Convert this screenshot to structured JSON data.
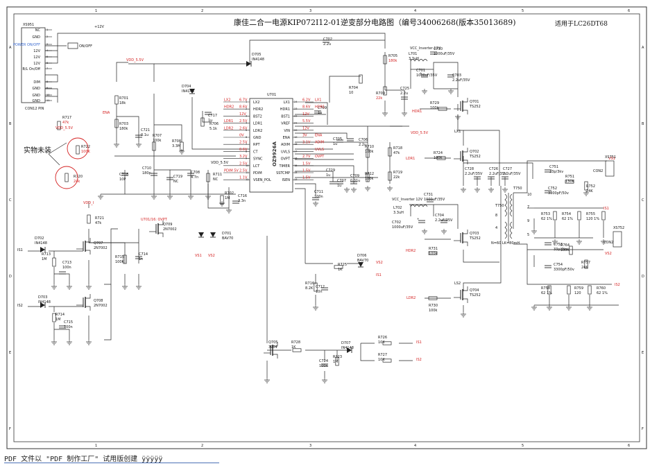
{
  "title": "康佳二合一电源KIP072I12-01逆变部分电路图（编号34006268(版本35013689)",
  "applies_to": "适用于LC26DT68",
  "footer": "PDF 文件以 \"PDF 制作工厂\" 试用版创建  ÿÿÿÿÿ",
  "handnote": "实物未装",
  "colors": {
    "wire": "#222",
    "red": "#d42020",
    "pink": "#e0607a",
    "bg": "#fff"
  },
  "grid": {
    "cols": [
      "1",
      "2",
      "3",
      "4",
      "5",
      "6"
    ],
    "rows": [
      "A",
      "B",
      "C",
      "D",
      "E",
      "F"
    ]
  },
  "connector": {
    "ref": "XS951",
    "pins": [
      "NC",
      "GND",
      "POWER ON/OFF",
      "12V",
      "12V",
      "12V",
      "B/L On/Off",
      "DIM",
      "GND",
      "GND",
      "GND"
    ],
    "pin_nums": [
      "1",
      "2",
      "3",
      "4",
      "5",
      "6",
      "7",
      "8",
      "9",
      "10",
      "11"
    ],
    "label": "CON12 PIN",
    "onoff": "ON/OFF"
  },
  "ic": {
    "ref": "U701",
    "part": "OZ9926A",
    "left_pins": [
      "LX2",
      "HDR2",
      "BST2",
      "LDR1",
      "LDR2",
      "GND",
      "RPT",
      "CT",
      "SYNC",
      "LCT",
      "PDIM",
      "VSEN_POL"
    ],
    "left_nums": [
      "1",
      "2",
      "3",
      "4",
      "5",
      "6",
      "7",
      "8",
      "9",
      "10",
      "11",
      "12"
    ],
    "right_pins": [
      "LX1",
      "HDR1",
      "BST1",
      "VREF",
      "VIN",
      "ENA",
      "ADIM",
      "UVLS",
      "OVPT",
      "TIMER",
      "SSTCMP",
      "ISEN"
    ],
    "right_nums": [
      "24",
      "23",
      "22",
      "21",
      "20",
      "19",
      "18",
      "17",
      "16",
      "15",
      "14",
      "13"
    ],
    "left_volts": [
      "6.7V",
      "8.6V",
      "12V",
      "2.5V",
      "2.6V",
      "0V",
      "2.5V",
      "0.6V",
      "3.2V",
      "2.5V",
      "2.5V",
      "1.1V"
    ],
    "right_volts": [
      "6.2V",
      "8.6V",
      "12V",
      "5.5V",
      "12V",
      "3V",
      "3.1V",
      "",
      "2.7V",
      "1.5V",
      "1.5V",
      "1.5V"
    ],
    "net_right": [
      "LX1",
      "HDR1",
      "",
      "",
      "",
      "ENA",
      "ADIM",
      "UVLS",
      "OVPT",
      "",
      "",
      ""
    ],
    "net_left": [
      "LX2",
      "HDR2",
      "",
      "LDR1",
      "LDR2",
      "",
      "",
      "",
      "",
      "",
      "PDIM 5V",
      ""
    ]
  },
  "supplies": {
    "v12": "+12V",
    "vdd": "VDD_5.5V",
    "vddi": "VDD_I",
    "vcc_inv1": "VCC_Inverter 12V",
    "vcc_inv2": "VCC_Inverter 12V"
  },
  "components": {
    "R701": [
      "R701",
      "18k"
    ],
    "R703": [
      "R703",
      "180k"
    ],
    "C721": [
      "C721",
      "0.1u"
    ],
    "R707": [
      "R707",
      "100k"
    ],
    "R708": [
      "R708",
      "3.3M"
    ],
    "R706": [
      "R706",
      "5.1k"
    ],
    "C718": [
      "C718",
      "10P"
    ],
    "C710": [
      "C710",
      "180p"
    ],
    "C719": [
      "C719",
      "NC"
    ],
    "C708": [
      "C708",
      "4.7n"
    ],
    "R711": [
      "R711",
      "NC"
    ],
    "R717": [
      "R717",
      "47k"
    ],
    "R722": [
      "R722",
      "100K"
    ],
    "R720": [
      "R720",
      "24k"
    ],
    "D704": [
      "D704",
      "IN4148"
    ],
    "D705": [
      "D705",
      "IN4148"
    ],
    "C702": [
      "C702",
      "2.2u"
    ],
    "C717": [
      "C717",
      "1u"
    ],
    "C709": [
      "C709",
      "1u"
    ],
    "R704": [
      "R704",
      "10"
    ],
    "R705": [
      "R705",
      "180k"
    ],
    "R709": [
      "R709",
      "22k"
    ],
    "C725": [
      "C725",
      "2.2u"
    ],
    "C705": [
      "C705",
      "1u"
    ],
    "C706": [
      "C706",
      "2.2u"
    ],
    "R710": [
      "R710",
      "100k"
    ],
    "R718": [
      "R718",
      "47k"
    ],
    "R712": [
      "R712",
      "100k"
    ],
    "R719": [
      "R719",
      "22k"
    ],
    "C729": [
      "C729",
      "1u"
    ],
    "C707": [
      "C707",
      "1u"
    ],
    "C711": [
      "C711",
      "100n"
    ],
    "C709b": [
      "C709",
      "0.01u"
    ],
    "R702": [
      "R702",
      "1M"
    ],
    "C716": [
      "C716",
      "3.3n"
    ],
    "D701": [
      "D701",
      "BAV70"
    ],
    "L701": [
      "L701",
      "3.3uH"
    ],
    "C730": [
      "C730",
      "1000uF/35V"
    ],
    "C701": [
      "C701",
      "1000uF/35V"
    ],
    "C703": [
      "C703",
      "2.2uF/35V"
    ],
    "R729": [
      "R729",
      "100k"
    ],
    "Q701": [
      "Q701",
      "TS252"
    ],
    "R724": [
      "R724",
      "100k"
    ],
    "Q702": [
      "Q702",
      "TS252"
    ],
    "C728": [
      "C728",
      "2.2uF/35V"
    ],
    "C726": [
      "C726",
      "2.2uF/35V"
    ],
    "C727": [
      "C727",
      "2.2uF/35V"
    ],
    "L702": [
      "L702",
      "3.3uH"
    ],
    "C731": [
      "C731",
      "1000uF/35V"
    ],
    "C702b": [
      "C702",
      "1000uF/35V"
    ],
    "C704": [
      "C704",
      "2.2uF/35V"
    ],
    "Q703": [
      "Q703",
      "TS252"
    ],
    "R731": [
      "R731",
      "100k"
    ],
    "Q704": [
      "Q704",
      "TS252"
    ],
    "R730": [
      "R730",
      "100k"
    ],
    "R721": [
      "R721",
      "47k"
    ],
    "Q709": [
      "Q709",
      "2N7002"
    ],
    "D702": [
      "D702",
      "IN4148"
    ],
    "R713": [
      "R713",
      "1M"
    ],
    "C713": [
      "C713",
      "100n"
    ],
    "Q707": [
      "Q707",
      "2N7002"
    ],
    "R715": [
      "R715",
      "100K"
    ],
    "C714": [
      "C714",
      "1n"
    ],
    "D703": [
      "D703",
      "IN4148"
    ],
    "R714": [
      "R714",
      "1M"
    ],
    "C715": [
      "C715",
      "100n"
    ],
    "Q708": [
      "Q708",
      "2N7002"
    ],
    "R716": [
      "R716",
      "8.2K"
    ],
    "C712": [
      "C712",
      "10n"
    ],
    "R725": [
      "R725",
      "1K"
    ],
    "D706": [
      "D706",
      "BAV70"
    ],
    "Q705": [
      "Q705",
      "3904"
    ],
    "R728": [
      "R728",
      "1K"
    ],
    "C724": [
      "C724",
      "100n"
    ],
    "R723": [
      "R723",
      "1M"
    ],
    "D707": [
      "D707",
      "IN4148"
    ],
    "R726": [
      "R726",
      "10K"
    ],
    "R727": [
      "R727",
      "10K"
    ],
    "C751": [
      "C751",
      "33p/3kv"
    ],
    "C752": [
      "C752",
      "3300pF/50v"
    ],
    "R751": [
      "R751",
      "130K"
    ],
    "R752": [
      "R752",
      "24K"
    ],
    "R753": [
      "R753",
      "62 1%"
    ],
    "R754": [
      "R754",
      "62 1%"
    ],
    "R755": [
      "R755",
      "120 1%"
    ],
    "C753": [
      "C753",
      "33p/3kv"
    ],
    "C754": [
      "C754",
      "3300pF/50v"
    ],
    "R764": [
      "R764",
      "130K"
    ],
    "R757": [
      "R757",
      "24K"
    ],
    "R758": [
      "R758",
      "62 1%"
    ],
    "R759": [
      "R759",
      "120"
    ],
    "R760": [
      "R760",
      "62 1%"
    ]
  },
  "nets": {
    "is1": "IS1",
    "is2": "IS2",
    "vs1": "VS1",
    "vs2": "VS2",
    "ovpt": "U701/16: OVPT",
    "ena": "ENA",
    "ldr1": "LDR1",
    "ldr2": "LDR2",
    "hdr1": "HDR1",
    "hdr2": "HDR2",
    "lx1": "LX1",
    "lx2": "LX2",
    "ls2": "LS2"
  },
  "transformer": {
    "t750": "T750",
    "t751": "T750",
    "turns": "N=60  LK=80mH",
    "pins": [
      "10",
      "7",
      "9",
      "5",
      "8",
      "4"
    ]
  },
  "outputs": {
    "xs751": "XS751",
    "xs752": "XS752",
    "con2": "CON2"
  }
}
